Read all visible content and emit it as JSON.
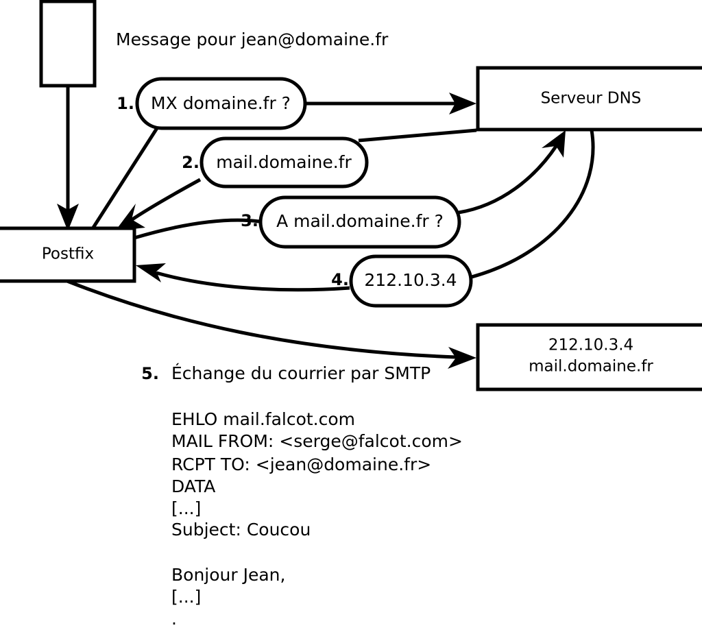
{
  "diagram": {
    "title_text": "Message pour jean@domaine.fr",
    "nodes": {
      "mail_client": {
        "label": ""
      },
      "postfix": {
        "label": "Postfix"
      },
      "dns_server": {
        "label": "Serveur DNS"
      },
      "remote_mail_server": {
        "line1": "212.10.3.4",
        "line2": "mail.domaine.fr"
      }
    },
    "steps": [
      {
        "number": "1.",
        "label": "MX domaine.fr ?"
      },
      {
        "number": "2.",
        "label": "mail.domaine.fr"
      },
      {
        "number": "3.",
        "label": "A mail.domaine.fr ?"
      },
      {
        "number": "4.",
        "label": "212.10.3.4"
      }
    ],
    "step5": {
      "number": "5.",
      "label": "Échange du courrier par SMTP"
    },
    "smtp_transcript": [
      "EHLO mail.falcot.com",
      "MAIL FROM: <serge@falcot.com>",
      "RCPT TO: <jean@domaine.fr>",
      "DATA",
      "[...]",
      "Subject: Coucou",
      "",
      "Bonjour Jean,",
      "[...]",
      "",
      "."
    ],
    "colors": {
      "stroke": "#000000",
      "fill": "#ffffff",
      "text": "#000000"
    }
  }
}
